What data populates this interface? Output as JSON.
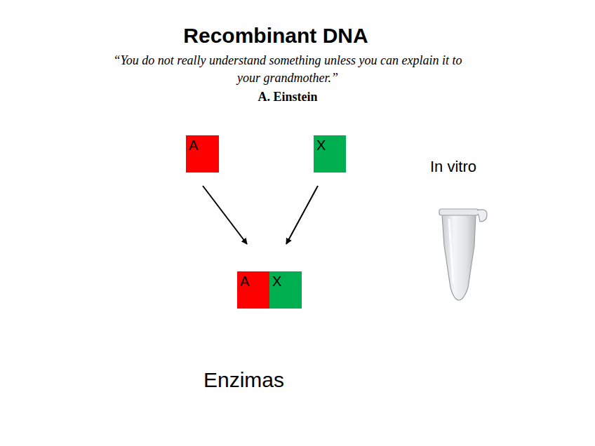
{
  "diagram": {
    "title": "Recombinant DNA",
    "nodes": [
      {
        "text": [
          "A"
        ]
      },
      {
        "text": [
          "X"
        ]
      },
      {
        "text": [
          "A"
        ]
      },
      {
        "text": [
          "X"
        ]
      }
    ],
    "edges": [
      {
        "from": 0,
        "to": 2,
        "arrow": "to"
      },
      {
        "from": 1,
        "to": 3,
        "arrow": "to"
      }
    ],
    "labels": [
      "“You do not really understand something unless you can explain it to your grandmother.”",
      "A. Einstein",
      "In vitro",
      "Enzimas"
    ]
  }
}
